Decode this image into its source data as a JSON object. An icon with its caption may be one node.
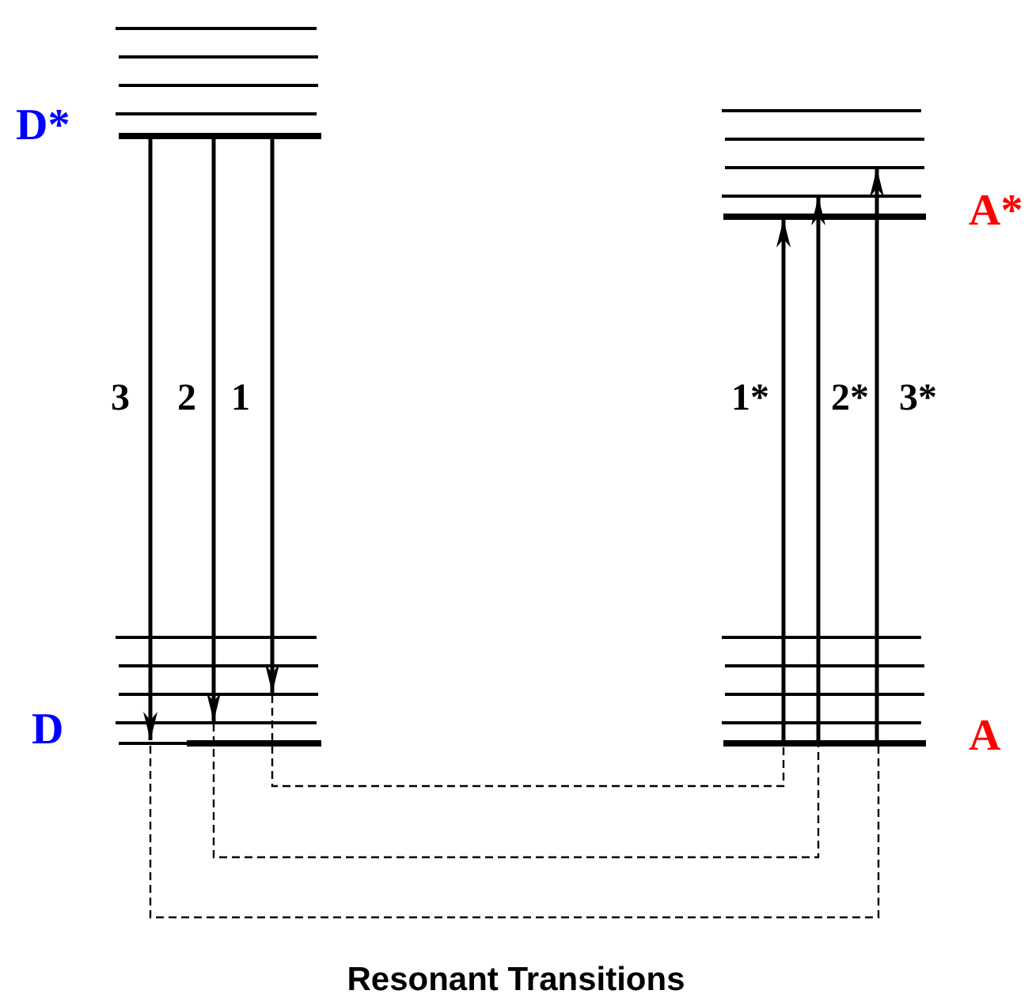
{
  "diagram": {
    "caption": "Resonant Transitions",
    "nodes": [
      {
        "text": [],
        "shape": "bar"
      },
      {
        "text": [],
        "shape": "bar"
      },
      {
        "text": [],
        "shape": "bar"
      },
      {
        "text": [],
        "shape": "bar"
      },
      {
        "text": [],
        "shape": "bar",
        "beside": [
          "D*"
        ]
      },
      {
        "text": [],
        "shape": "bar"
      },
      {
        "text": [],
        "shape": "bar"
      },
      {
        "text": [],
        "shape": "bar"
      },
      {
        "text": [],
        "shape": "bar"
      },
      {
        "text": [],
        "shape": "bar",
        "beside": [
          "A*"
        ]
      },
      {
        "text": [],
        "shape": "bar"
      },
      {
        "text": [],
        "shape": "bar"
      },
      {
        "text": [],
        "shape": "bar"
      },
      {
        "text": [],
        "shape": "bar"
      },
      {
        "text": [],
        "shape": "bar",
        "beside": [
          "D"
        ]
      },
      {
        "text": [],
        "shape": "bar"
      },
      {
        "text": [],
        "shape": "bar"
      },
      {
        "text": [],
        "shape": "bar"
      },
      {
        "text": [],
        "shape": "bar"
      },
      {
        "text": [],
        "shape": "bar",
        "beside": [
          "A"
        ]
      }
    ],
    "edges": [
      {
        "from": 4,
        "to": 14,
        "arrow": "to",
        "label": "3"
      },
      {
        "from": 4,
        "to": 13,
        "arrow": "to",
        "label": "2"
      },
      {
        "from": 4,
        "to": 12,
        "arrow": "to",
        "label": "1"
      },
      {
        "from": 19,
        "to": 9,
        "arrow": "to",
        "label": "1*"
      },
      {
        "from": 19,
        "to": 8,
        "arrow": "to",
        "label": "2*"
      },
      {
        "from": 19,
        "to": 7,
        "arrow": "to",
        "label": "3*"
      },
      {
        "from": 14,
        "to": 19,
        "arrow": "none",
        "style": "dashed"
      },
      {
        "from": 13,
        "to": 19,
        "arrow": "none",
        "style": "dashed"
      },
      {
        "from": 12,
        "to": 19,
        "arrow": "none",
        "style": "dashed"
      }
    ]
  }
}
